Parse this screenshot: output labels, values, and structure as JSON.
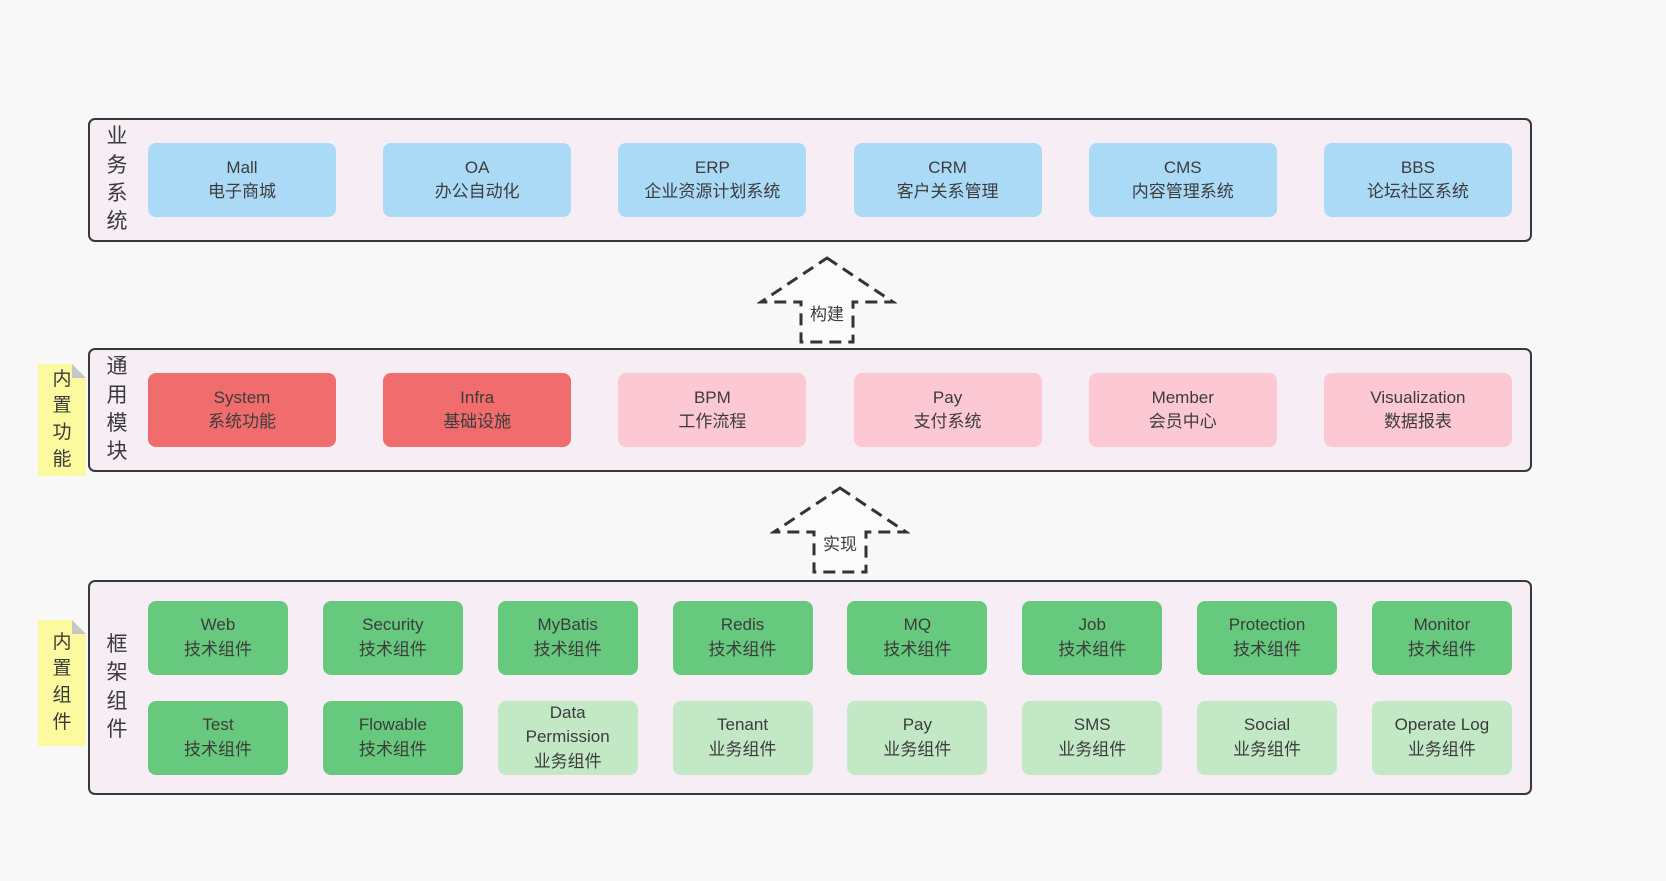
{
  "diagram": {
    "arrows": [
      {
        "label": "构建"
      },
      {
        "label": "实现"
      }
    ],
    "layers": [
      {
        "label": "业务系统",
        "boxes": [
          {
            "title": "Mall",
            "subtitle": "电子商城"
          },
          {
            "title": "OA",
            "subtitle": "办公自动化"
          },
          {
            "title": "ERP",
            "subtitle": "企业资源计划系统"
          },
          {
            "title": "CRM",
            "subtitle": "客户关系管理"
          },
          {
            "title": "CMS",
            "subtitle": "内容管理系统"
          },
          {
            "title": "BBS",
            "subtitle": "论坛社区系统"
          }
        ]
      },
      {
        "label": "通用模块",
        "sticky": "内置功能",
        "boxes": [
          {
            "title": "System",
            "subtitle": "系统功能"
          },
          {
            "title": "Infra",
            "subtitle": "基础设施"
          },
          {
            "title": "BPM",
            "subtitle": "工作流程"
          },
          {
            "title": "Pay",
            "subtitle": "支付系统"
          },
          {
            "title": "Member",
            "subtitle": "会员中心"
          },
          {
            "title": "Visualization",
            "subtitle": "数据报表"
          }
        ]
      },
      {
        "label": "框架组件",
        "sticky": "内置组件",
        "rows": [
          [
            {
              "title": "Web",
              "subtitle": "技术组件"
            },
            {
              "title": "Security",
              "subtitle": "技术组件"
            },
            {
              "title": "MyBatis",
              "subtitle": "技术组件"
            },
            {
              "title": "Redis",
              "subtitle": "技术组件"
            },
            {
              "title": "MQ",
              "subtitle": "技术组件"
            },
            {
              "title": "Job",
              "subtitle": "技术组件"
            },
            {
              "title": "Protection",
              "subtitle": "技术组件"
            },
            {
              "title": "Monitor",
              "subtitle": "技术组件"
            }
          ],
          [
            {
              "title": "Test",
              "subtitle": "技术组件"
            },
            {
              "title": "Flowable",
              "subtitle": "技术组件"
            },
            {
              "title": "Data Permission",
              "subtitle": "业务组件"
            },
            {
              "title": "Tenant",
              "subtitle": "业务组件"
            },
            {
              "title": "Pay",
              "subtitle": "业务组件"
            },
            {
              "title": "SMS",
              "subtitle": "业务组件"
            },
            {
              "title": "Social",
              "subtitle": "业务组件"
            },
            {
              "title": "Operate Log",
              "subtitle": "业务组件"
            }
          ]
        ]
      }
    ],
    "colors": {
      "page_bg": "#f8f8f8",
      "panel_bg": "#f7edf5",
      "panel_border": "#383838",
      "blue_box": "#abdaf7",
      "red_box": "#f16c6c",
      "pink_box": "#fcc8d3",
      "green_box": "#66c97d",
      "light_green_box": "#c2e8c5",
      "sticky_yellow": "#fbfa9e",
      "text": "#3c3c3c"
    }
  }
}
